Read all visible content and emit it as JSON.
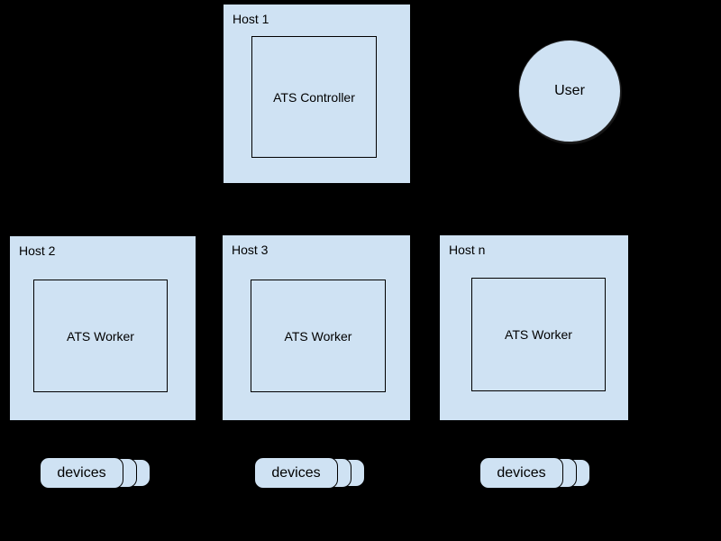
{
  "colors": {
    "background": "#000000",
    "node-fill": "#cfe2f3",
    "node-border": "#000000",
    "text": "#000000"
  },
  "diagram": {
    "controller_host": {
      "label": "Host 1",
      "component": "ATS Controller"
    },
    "user": {
      "label": "User"
    },
    "worker_hosts": [
      {
        "label": "Host 2",
        "component": "ATS Worker"
      },
      {
        "label": "Host 3",
        "component": "ATS Worker"
      },
      {
        "label": "Host n",
        "component": "ATS Worker"
      }
    ],
    "device_stacks": [
      {
        "label": "devices"
      },
      {
        "label": "devices"
      },
      {
        "label": "devices"
      }
    ]
  }
}
